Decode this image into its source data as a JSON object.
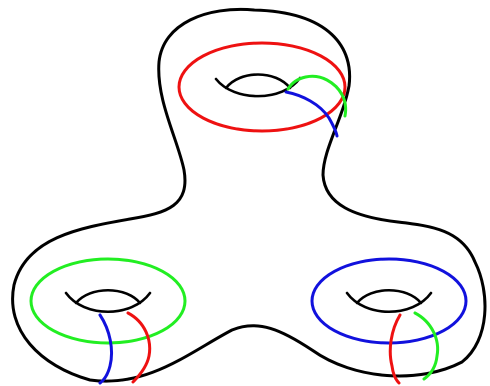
{
  "figure": {
    "background": "#ffffff",
    "outline_color": "#000000",
    "colors": {
      "red": "#ee1111",
      "green": "#22ee22",
      "blue": "#1111dd"
    },
    "handles": [
      {
        "id": "top",
        "curves": [
          {
            "id": "meridian",
            "color": "red"
          },
          {
            "id": "longitude-a",
            "color": "green"
          },
          {
            "id": "longitude-b",
            "color": "blue"
          }
        ]
      },
      {
        "id": "left",
        "curves": [
          {
            "id": "meridian",
            "color": "green"
          },
          {
            "id": "longitude-a",
            "color": "blue"
          },
          {
            "id": "longitude-b",
            "color": "red"
          }
        ]
      },
      {
        "id": "right",
        "curves": [
          {
            "id": "meridian",
            "color": "blue"
          },
          {
            "id": "longitude-a",
            "color": "red"
          },
          {
            "id": "longitude-b",
            "color": "green"
          }
        ]
      }
    ]
  }
}
